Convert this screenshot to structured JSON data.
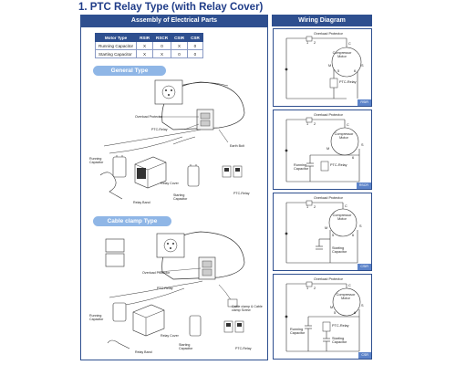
{
  "page": {
    "title": "1. PTC Relay Type (with Relay Cover)"
  },
  "panels": {
    "assembly_header": "Assembly of Electrical Parts",
    "wiring_header": "Wiring Diagram"
  },
  "table": {
    "headers": [
      "Motor Type",
      "RSIR",
      "RSCR",
      "CSIR",
      "CSR"
    ],
    "rows": [
      [
        "Running Capacitor",
        "X",
        "0",
        "X",
        "0"
      ],
      [
        "Starting Capacitor",
        "X",
        "X",
        "0",
        "0"
      ]
    ]
  },
  "sections": {
    "general": "General Type",
    "cable_clamp": "Cable clamp Type"
  },
  "general_labels": {
    "overload": "Overload Protector",
    "ptc": "PTC-Relay",
    "earth": "Earth Bolt",
    "running_cap": "Running Capacitor",
    "relay_cover": "Relay Cover",
    "relay_band": "Relay Band",
    "starting_cap": "Starting Capacitor",
    "ptc_relay2": "PTC-Relay"
  },
  "cable_labels": {
    "overload": "Overload Protector",
    "ptc": "PTC-Relay",
    "cable_clamp": "Cable clamp & Cable clamp Screw",
    "running_cap": "Running Capacitor",
    "relay_cover": "Relay Cover",
    "relay_band": "Relay Band",
    "starting_cap": "Starting Capacitor",
    "ptc_relay2": "PTC-Relay"
  },
  "wiring": [
    {
      "tag": "RSIR",
      "overload": "Overload Protector",
      "motor": "Compressor Motor",
      "ptc": "PTC-Relay",
      "terminals": [
        "C",
        "M",
        "S",
        "5",
        "6",
        "1",
        "2"
      ]
    },
    {
      "tag": "RSCR",
      "overload": "Overload Protector",
      "motor": "Compressor Motor",
      "ptc": "PTC-Relay",
      "running": "Running Capacitor",
      "terminals": [
        "C",
        "M",
        "S",
        "6",
        "1",
        "2"
      ]
    },
    {
      "tag": "CSIR",
      "overload": "Overload Protector",
      "motor": "Compressor Motor",
      "starting": "Starting Capacitor",
      "terminals": [
        "C",
        "M",
        "S",
        "5",
        "6",
        "1",
        "2"
      ]
    },
    {
      "tag": "CSR",
      "overload": "Overload Protector",
      "motor": "Compressor Motor",
      "ptc": "PTC-Relay",
      "running": "Running Capacitor",
      "starting": "Starting Capacitor",
      "terminals": [
        "C",
        "M",
        "S",
        "5",
        "6",
        "1",
        "2"
      ]
    }
  ]
}
